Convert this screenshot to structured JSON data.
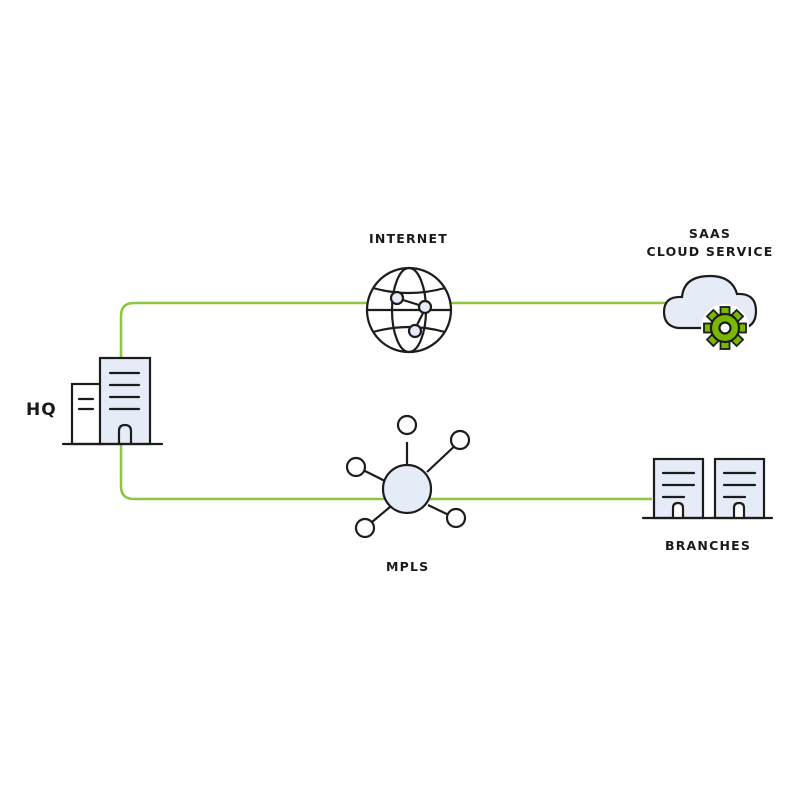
{
  "labels": {
    "hq": "HQ",
    "internet": "INTERNET",
    "saas_line1": "SAAS",
    "saas_line2": "CLOUD SERVICE",
    "mpls": "MPLS",
    "branches": "BRANCHES"
  },
  "colors": {
    "link": "#8cc63f",
    "stroke": "#1c1c1c",
    "icon_fill": "#e6ecf7",
    "gear": "#7ab800",
    "background": "#ffffff"
  },
  "icons": {
    "hq": "office-buildings-icon",
    "internet": "globe-network-icon",
    "saas": "cloud-gear-icon",
    "mpls": "hub-network-icon",
    "branches": "branch-buildings-icon"
  }
}
